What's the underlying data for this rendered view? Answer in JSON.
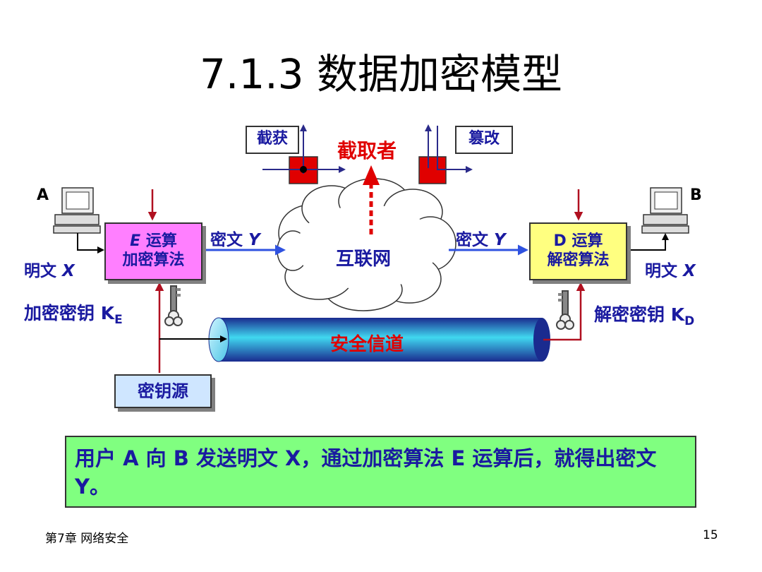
{
  "slide": {
    "title": "7.1.3  数据加密模型",
    "footer_left": "第7章 网络安全",
    "page_number": "15"
  },
  "diagram": {
    "host_a": "A",
    "host_b": "B",
    "plaintext_left_prefix": "明文 ",
    "plaintext_left_var": "X",
    "plaintext_right_prefix": "明文 ",
    "plaintext_right_var": "X",
    "encrypt_box_line1_var": "E",
    "encrypt_box_line1_rest": " 运算",
    "encrypt_box_line2": "加密算法",
    "decrypt_box_line1": "D 运算",
    "decrypt_box_line2": "解密算法",
    "ciphertext_left_prefix": "密文 ",
    "ciphertext_left_var": "Y",
    "ciphertext_right_prefix": "密文 ",
    "ciphertext_right_var": "Y",
    "internet": "互联网",
    "interceptor": "截取者",
    "intercept_tag": "截获",
    "tamper_tag": "篡改",
    "encrypt_key_label": "加密密钥 K",
    "encrypt_key_sub": "E",
    "decrypt_key_label": "解密密钥 K",
    "decrypt_key_sub": "D",
    "secure_channel": "安全信道",
    "key_source": "密钥源",
    "caption": "用户 A 向 B 发送明文 X，通过加密算法 E 运算后，就得出密文 Y。"
  },
  "colors": {
    "label_blue": "#1a1aa0",
    "interceptor_red": "#e00000",
    "encrypt_box": "#ff7fff",
    "decrypt_box": "#ffff80",
    "key_source_box": "#cfe6ff",
    "caption_box": "#80ff80",
    "flow_arrow": "#2f52e0",
    "key_line": "#b01020"
  }
}
